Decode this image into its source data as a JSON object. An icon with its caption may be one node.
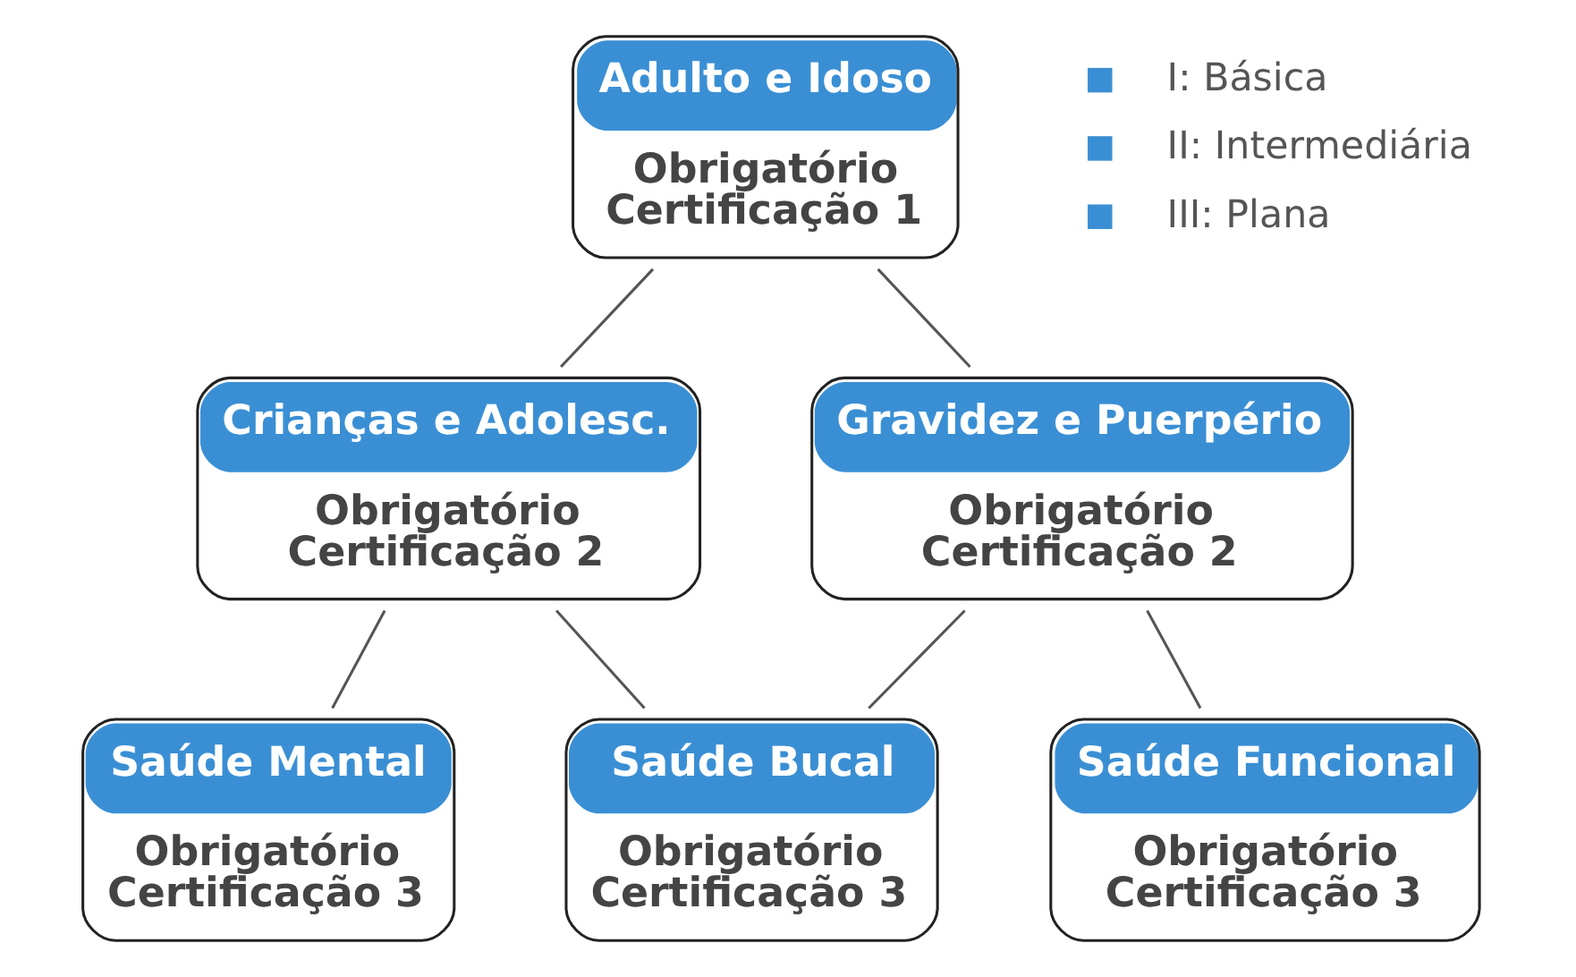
{
  "diagram": {
    "nodes": [
      {
        "text": [
          "Adulto e Idoso",
          "Obrigatório",
          "Certificação 1"
        ]
      },
      {
        "text": [
          "Crianças e Adolesc.",
          "Obrigatório",
          "Certificação 2"
        ]
      },
      {
        "text": [
          "Gravidez e Puerpério",
          "Obrigatório",
          "Certificação 2"
        ]
      },
      {
        "text": [
          "Saúde Mental",
          "Obrigatório",
          "Certificação 3"
        ]
      },
      {
        "text": [
          "Saúde Bucal",
          "Obrigatório",
          "Certificação 3"
        ]
      },
      {
        "text": [
          "Saúde Funcional",
          "Obrigatório",
          "Certificação 3"
        ]
      }
    ],
    "edges": [
      {
        "from": 0,
        "to": 1,
        "arrow": "none"
      },
      {
        "from": 0,
        "to": 2,
        "arrow": "none"
      },
      {
        "from": 1,
        "to": 3,
        "arrow": "none"
      },
      {
        "from": 1,
        "to": 4,
        "arrow": "none"
      },
      {
        "from": 2,
        "to": 4,
        "arrow": "none"
      },
      {
        "from": 2,
        "to": 5,
        "arrow": "none"
      }
    ],
    "labels": [
      "I: Básica",
      "II: Intermediária",
      "III: Plana"
    ]
  }
}
